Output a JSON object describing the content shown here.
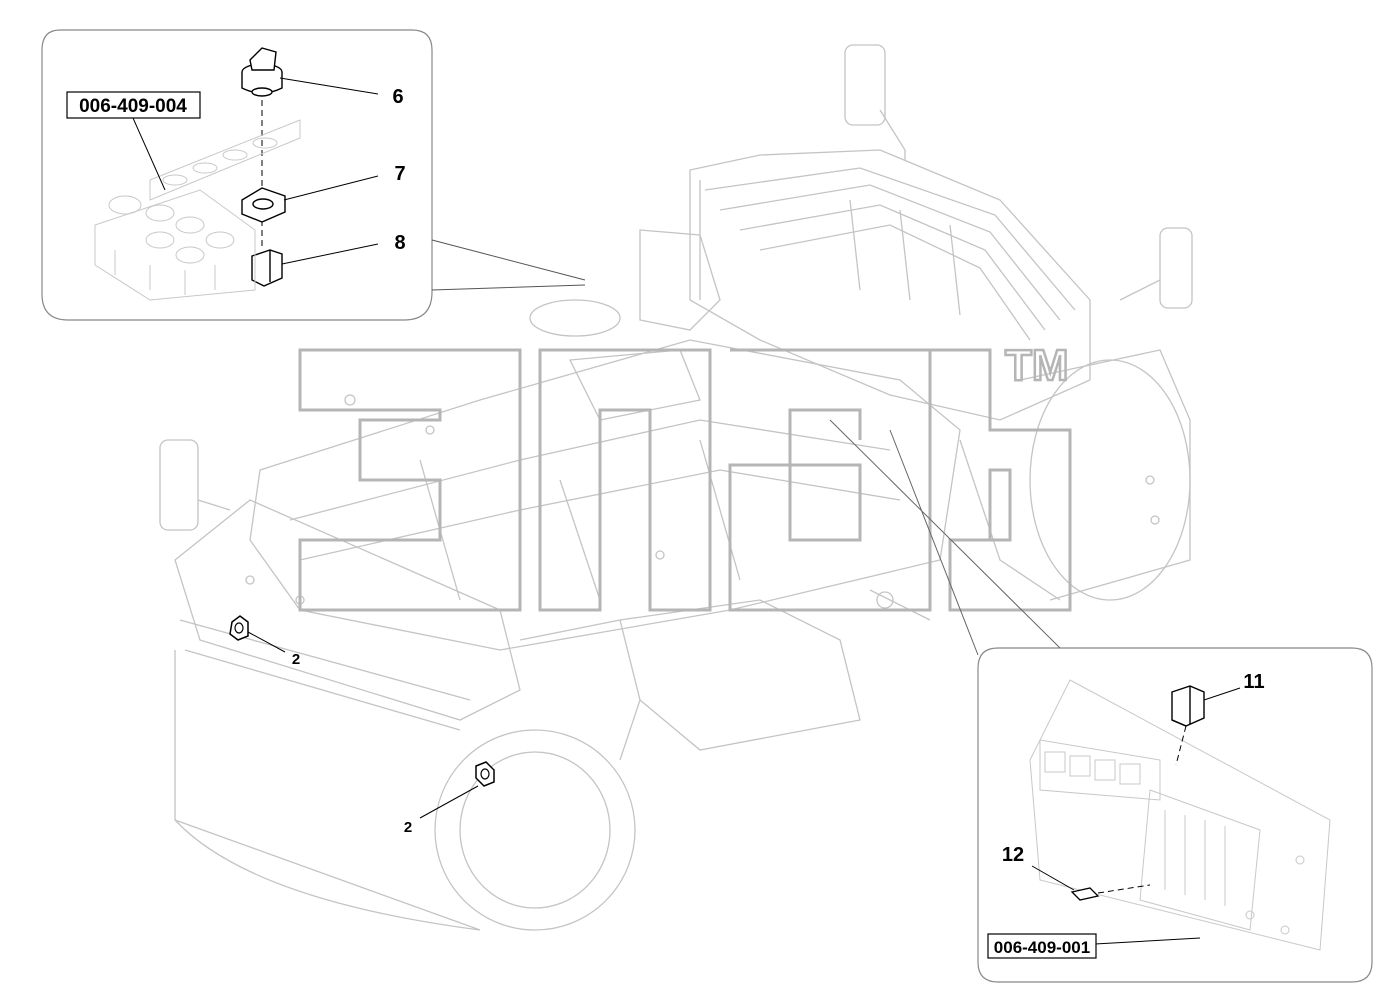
{
  "diagram": {
    "detail_top_left": {
      "ref_label": "006-409-004",
      "callouts": [
        "6",
        "7",
        "8"
      ]
    },
    "detail_bottom_right": {
      "ref_label": "006-409-001",
      "callouts": [
        "11",
        "12"
      ]
    },
    "main_view_callouts": [
      "2",
      "2"
    ],
    "watermark": "TM",
    "colors": {
      "line": "#000000",
      "faint_line": "#bdbdbd",
      "watermark": "#b5b5b5",
      "background": "#ffffff"
    }
  }
}
